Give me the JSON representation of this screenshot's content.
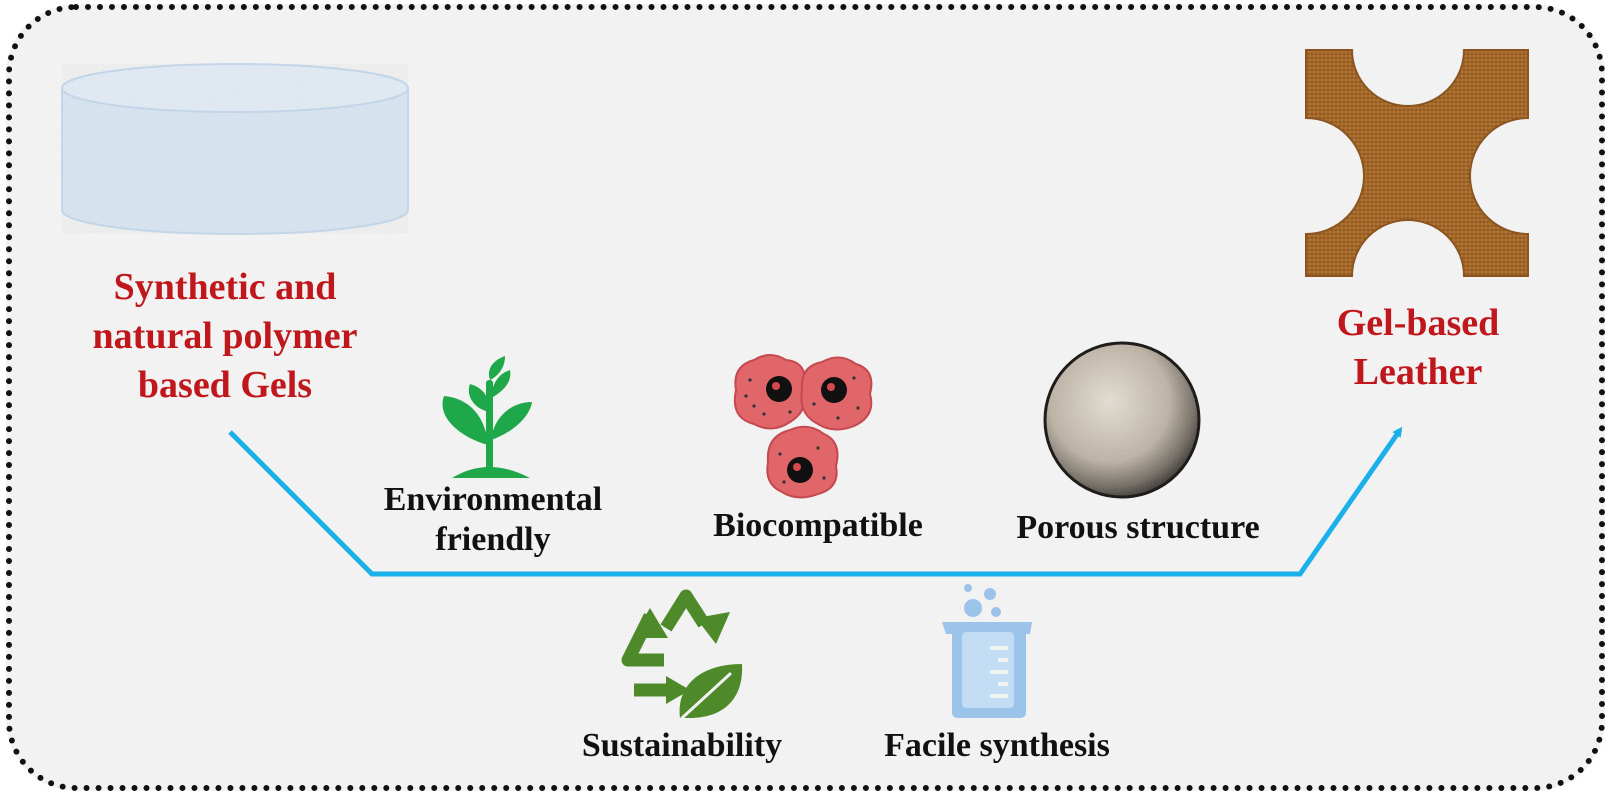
{
  "source": {
    "lines": [
      "Synthetic and",
      "natural polymer",
      "based Gels"
    ],
    "color": "#c0171c"
  },
  "target": {
    "lines": [
      "Gel-based",
      "Leather"
    ],
    "color": "#c0171c"
  },
  "features_upper": [
    {
      "icon": "plant-sprout-icon",
      "lines": [
        "Environmental",
        "friendly"
      ]
    },
    {
      "icon": "cells-icon",
      "lines": [
        "Biocompatible"
      ]
    },
    {
      "icon": "porous-sphere-icon",
      "lines": [
        "Porous structure"
      ]
    }
  ],
  "features_lower": [
    {
      "icon": "recycle-leaf-icon",
      "lines": [
        "Sustainability"
      ]
    },
    {
      "icon": "beaker-icon",
      "lines": [
        "Facile synthesis"
      ]
    }
  ],
  "colors": {
    "flow_arrow": "#1ab0ea",
    "plant": "#1fa84a",
    "recycle": "#4e8a2a",
    "beaker": "#9cc3ea",
    "cells": "#e0666a",
    "leather": "#a86a2a",
    "gel": "#dbe7f3"
  }
}
